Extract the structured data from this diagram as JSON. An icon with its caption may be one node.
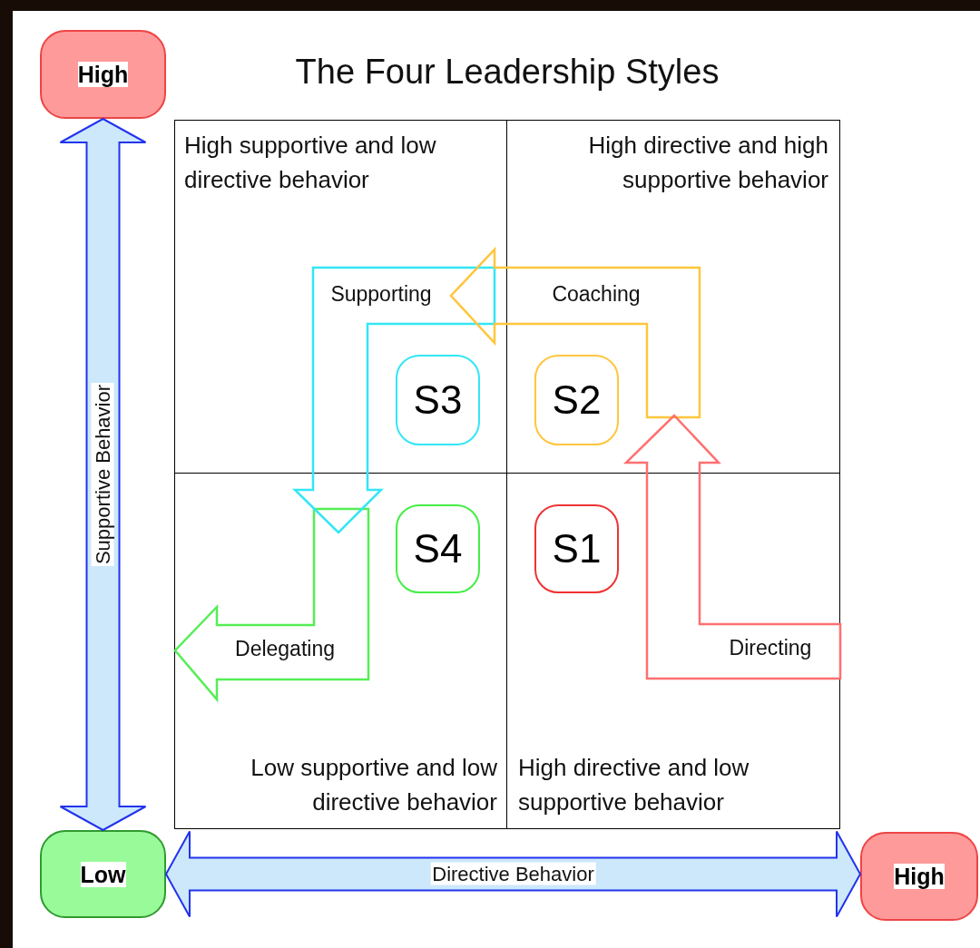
{
  "diagram": {
    "title": "The Four Leadership Styles",
    "nodes": [
      {
        "text": [
          "High"
        ]
      },
      {
        "text": [
          "Low"
        ]
      },
      {
        "text": [
          "High"
        ]
      },
      {
        "text": [
          "High supportive and low directive behavior"
        ]
      },
      {
        "text": [
          "High directive and high supportive behavior"
        ]
      },
      {
        "text": [
          "Low supportive and low directive behavior"
        ]
      },
      {
        "text": [
          "High directive and low supportive behavior"
        ]
      },
      {
        "text": [
          "S3"
        ],
        "in": 3
      },
      {
        "text": [
          "S2"
        ],
        "in": 4
      },
      {
        "text": [
          "S4"
        ],
        "in": 5
      },
      {
        "text": [
          "S1"
        ],
        "in": 6
      },
      {
        "text": [
          "Supporting"
        ]
      },
      {
        "text": [
          "Coaching"
        ]
      },
      {
        "text": [
          "Delegating"
        ],
        "in": 5
      },
      {
        "text": [
          "Directing"
        ]
      }
    ],
    "edges": [
      {
        "from": 1,
        "to": 0,
        "arrow": "both",
        "label": "Supportive Behavior",
        "style": "thick"
      },
      {
        "from": 1,
        "to": 2,
        "arrow": "both",
        "label": "Directive Behavior",
        "style": "thick"
      }
    ]
  }
}
